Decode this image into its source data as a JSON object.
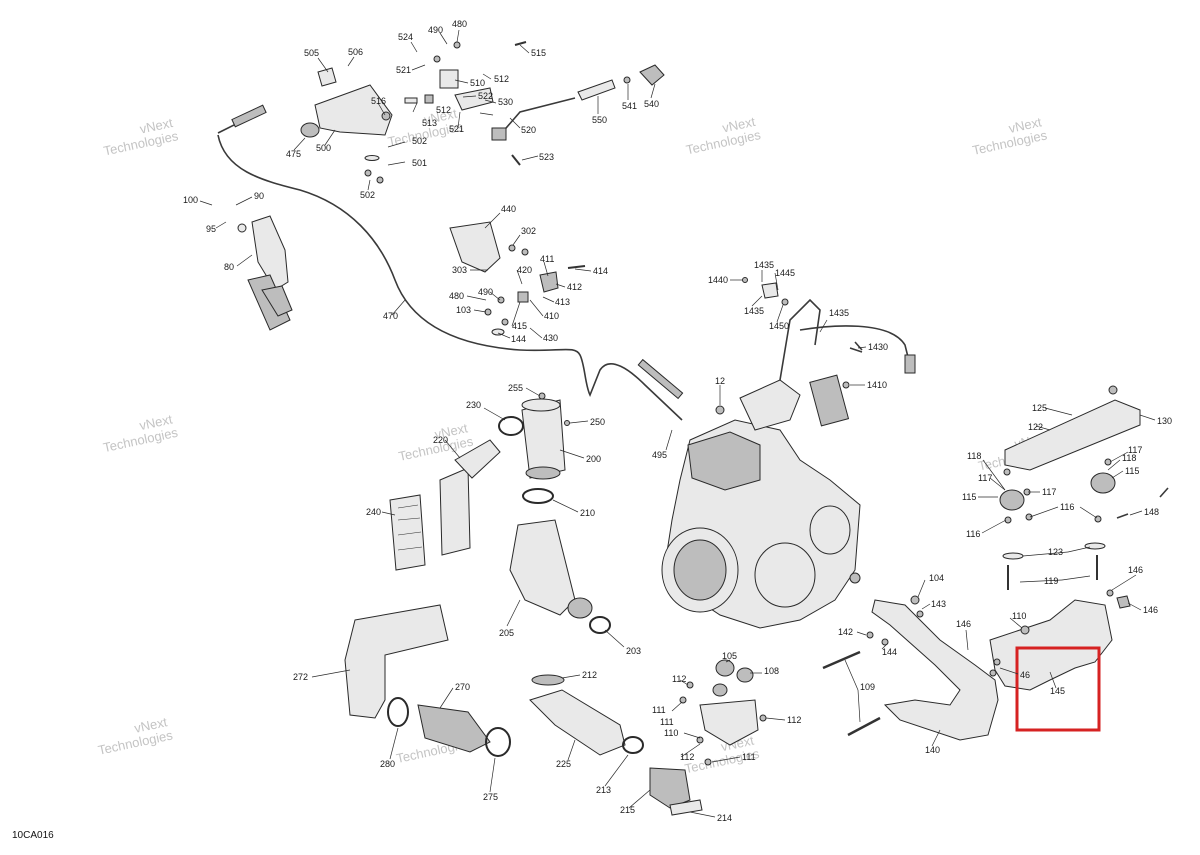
{
  "diagram_code": "10CA016",
  "watermark": {
    "line1": "vNext",
    "line2": "Technologies",
    "single": "vNext Technologies"
  },
  "highlight": {
    "label": "145",
    "color": "#d62222"
  },
  "callouts": {
    "c480a": "480",
    "c490a": "490",
    "c524": "524",
    "c521a": "521",
    "c506": "506",
    "c505": "505",
    "c515": "515",
    "c510": "510",
    "c512a": "512",
    "c522": "522",
    "c516": "516",
    "c512b": "512",
    "c530": "530",
    "c513": "513",
    "c521b": "521",
    "c500": "500",
    "c475": "475",
    "c502a": "502",
    "c501": "501",
    "c502b": "502",
    "c520": "520",
    "c523": "523",
    "c550": "550",
    "c541": "541",
    "c540": "540",
    "c100": "100",
    "c90": "90",
    "c95": "95",
    "c80": "80",
    "c440": "440",
    "c302": "302",
    "c303": "303",
    "c411": "411",
    "c420": "420",
    "c414": "414",
    "c412": "412",
    "c480b": "480",
    "c490b": "490",
    "c413": "413",
    "c103": "103",
    "c410": "410",
    "c415": "415",
    "c144a": "144",
    "c430": "430",
    "c470": "470",
    "c1440": "1440",
    "c1435a": "1435",
    "c1445": "1445",
    "c1435b": "1435",
    "c1450": "1450",
    "c1435c": "1435",
    "c1430": "1430",
    "c1410": "1410",
    "c12": "12",
    "c255": "255",
    "c230": "230",
    "c250": "250",
    "c220": "220",
    "c200": "200",
    "c495": "495",
    "c210": "210",
    "c240": "240",
    "c205": "205",
    "c203": "203",
    "c125": "125",
    "c130": "130",
    "c122": "122",
    "c118a": "118",
    "c117a": "117",
    "c117b": "117",
    "c118b": "118",
    "c117c": "117",
    "c115a": "115",
    "c115b": "115",
    "c116a": "116",
    "c148": "148",
    "c116b": "116",
    "c123": "123",
    "c119": "119",
    "c146a": "146",
    "c104": "104",
    "c143": "143",
    "c146b": "146",
    "c110": "110",
    "c146c": "146",
    "c142": "142",
    "c144b": "144",
    "c46": "46",
    "c145": "145",
    "c109": "109",
    "c140": "140",
    "c272": "272",
    "c270": "270",
    "c280": "280",
    "c275": "275",
    "c212": "212",
    "c225": "225",
    "c213": "213",
    "c215": "215",
    "c214": "214",
    "c105": "105",
    "c108": "108",
    "c112a": "112",
    "c112b": "112",
    "c112c": "112",
    "c111a": "111",
    "c111b": "111",
    "c111c": "111",
    "c110b": "110"
  }
}
